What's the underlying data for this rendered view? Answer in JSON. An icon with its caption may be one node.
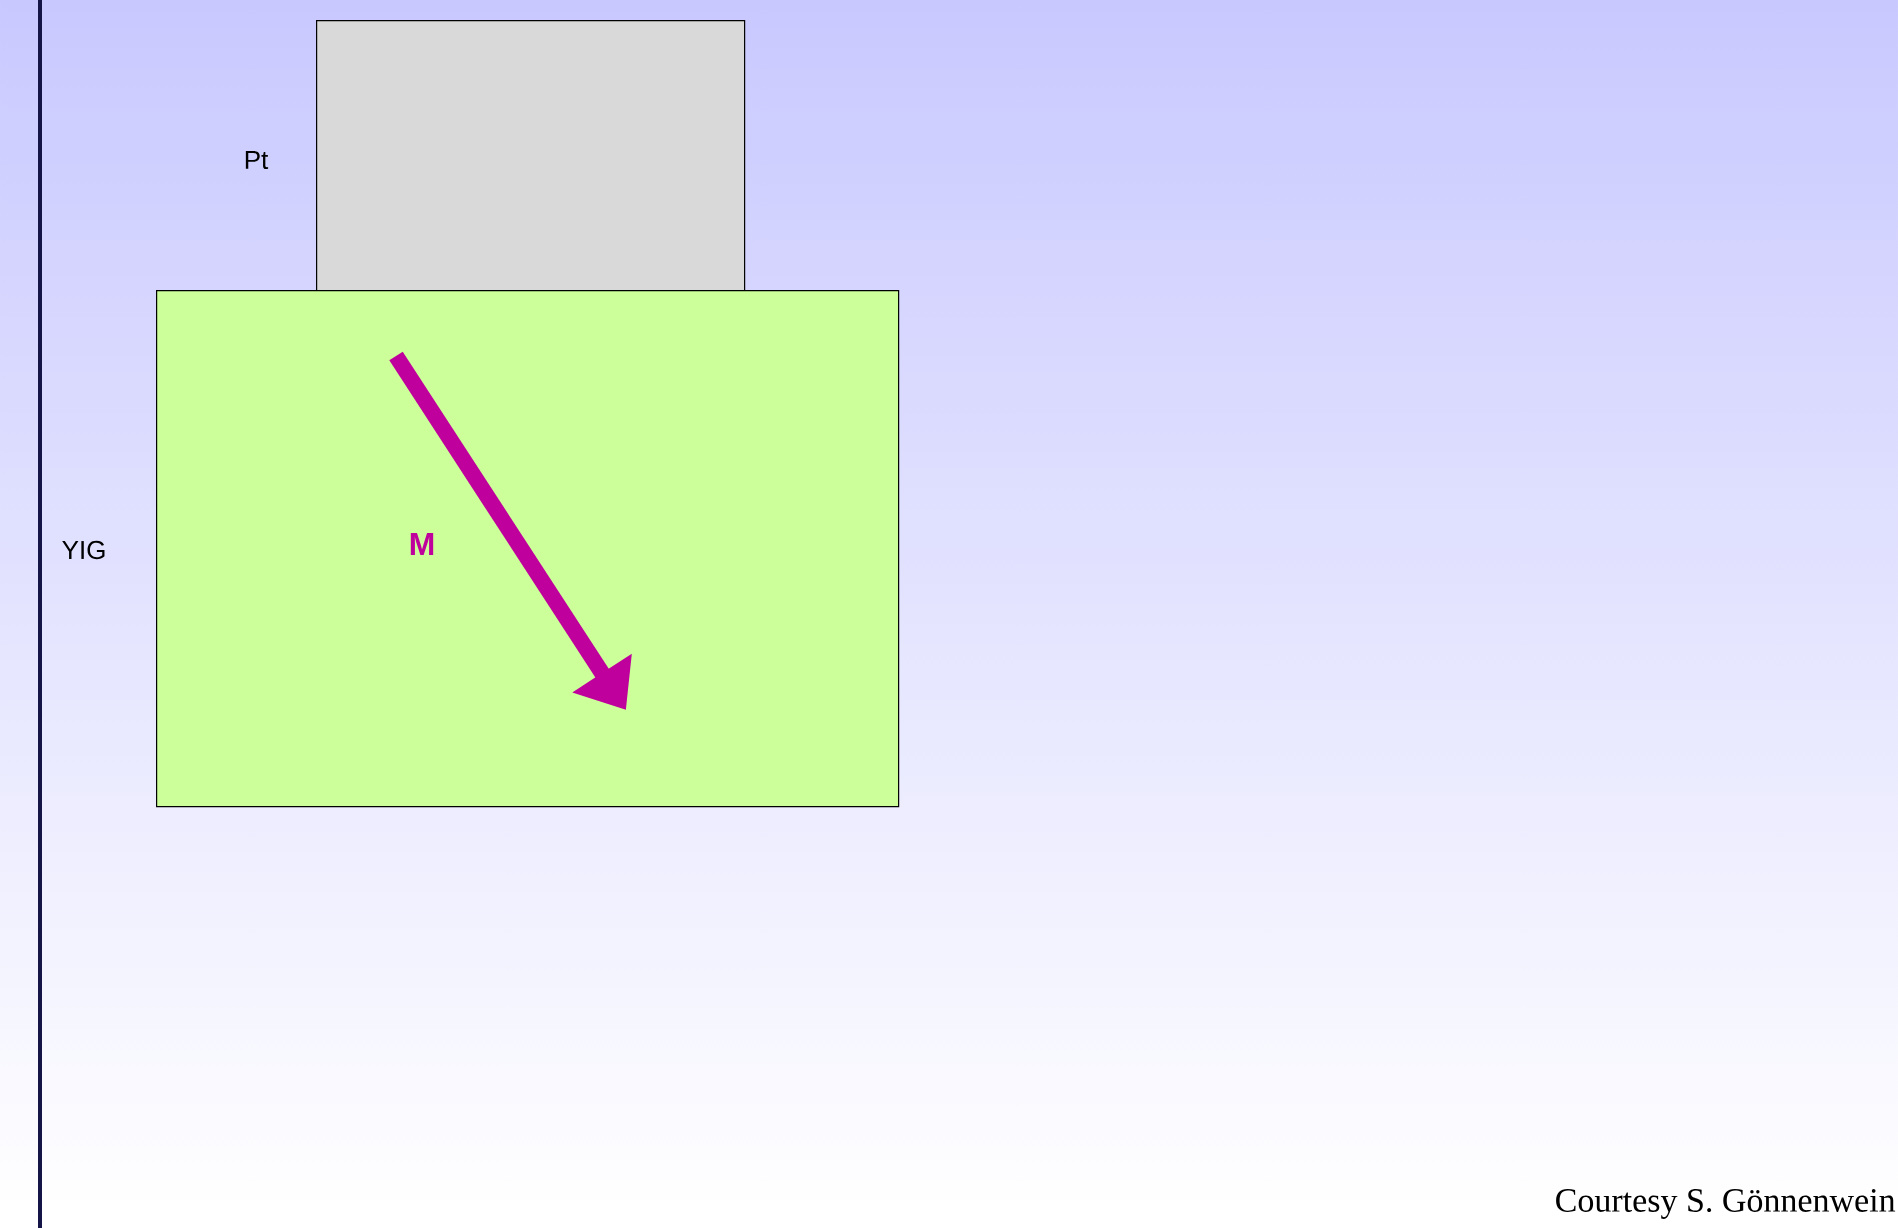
{
  "diagram": {
    "nodes": [
      {
        "text": [
          "Pt"
        ]
      },
      {
        "text": [
          "YIG"
        ]
      }
    ],
    "labels": [
      "M",
      "Courtesy S. Gönnenwein"
    ]
  }
}
